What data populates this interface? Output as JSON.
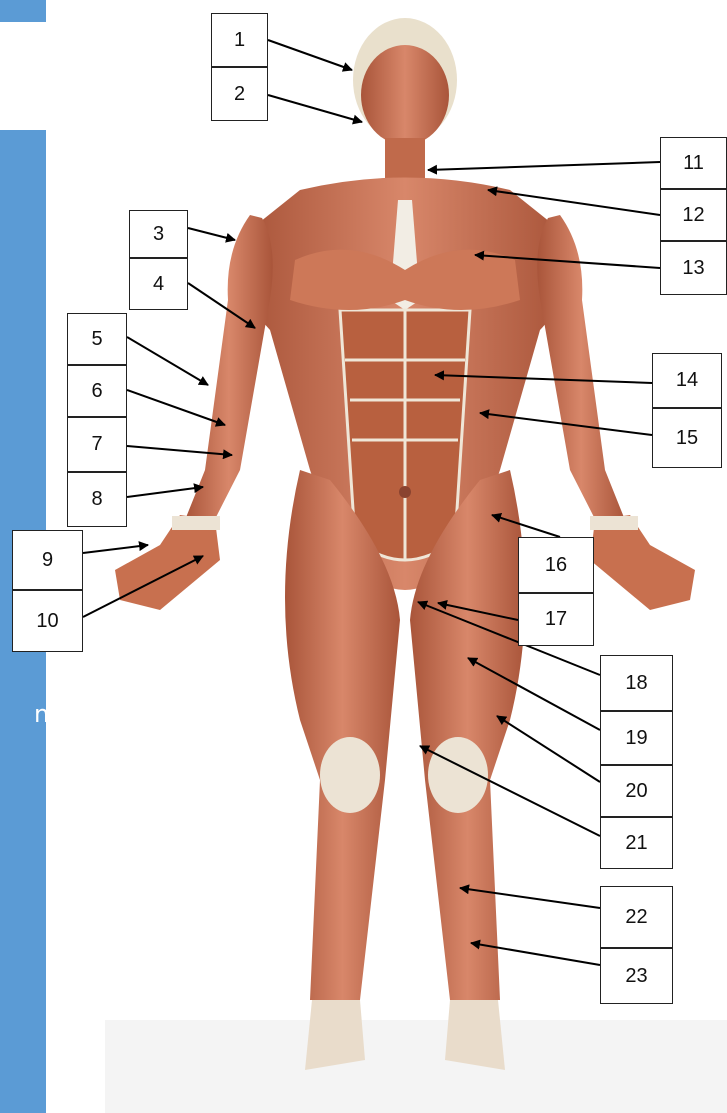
{
  "labels": [
    "1",
    "2",
    "3",
    "4",
    "5",
    "6",
    "7",
    "8",
    "9",
    "10",
    "11",
    "12",
    "13",
    "14",
    "15",
    "16",
    "17",
    "18",
    "19",
    "20",
    "21",
    "22",
    "23"
  ],
  "side_text": "n",
  "colors": {
    "panel": "#5b9bd5",
    "muscle": "#c8704f",
    "muscle_dark": "#9b4a32",
    "tendon": "#ece3d4",
    "skin_bg": "#ffffff"
  }
}
